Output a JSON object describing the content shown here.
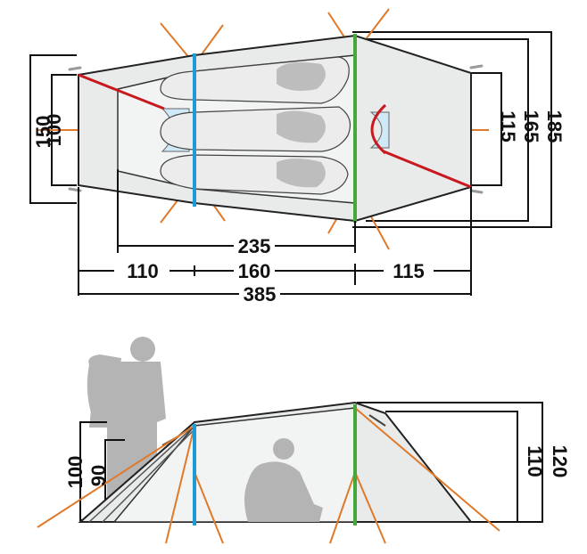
{
  "top_view": {
    "width_labels": {
      "total_outer": "150",
      "total_inner": "100",
      "rear_outer": "185",
      "rear_mid": "165",
      "rear_inner": "115"
    },
    "length_labels": {
      "inner_tent": "235",
      "front_vestibule": "110",
      "middle": "160",
      "rear_vestibule": "115",
      "total": "385"
    }
  },
  "side_view": {
    "height_labels": {
      "front_outer": "100",
      "front_inner": "90",
      "rear_inner": "110",
      "rear_outer": "120"
    }
  },
  "colors": {
    "guy_line": "#e07a2a",
    "pole_blue": "#1e9ad6",
    "pole_green": "#45a83a",
    "pole_red": "#c8191f",
    "silhouette": "#b4b4b4"
  }
}
